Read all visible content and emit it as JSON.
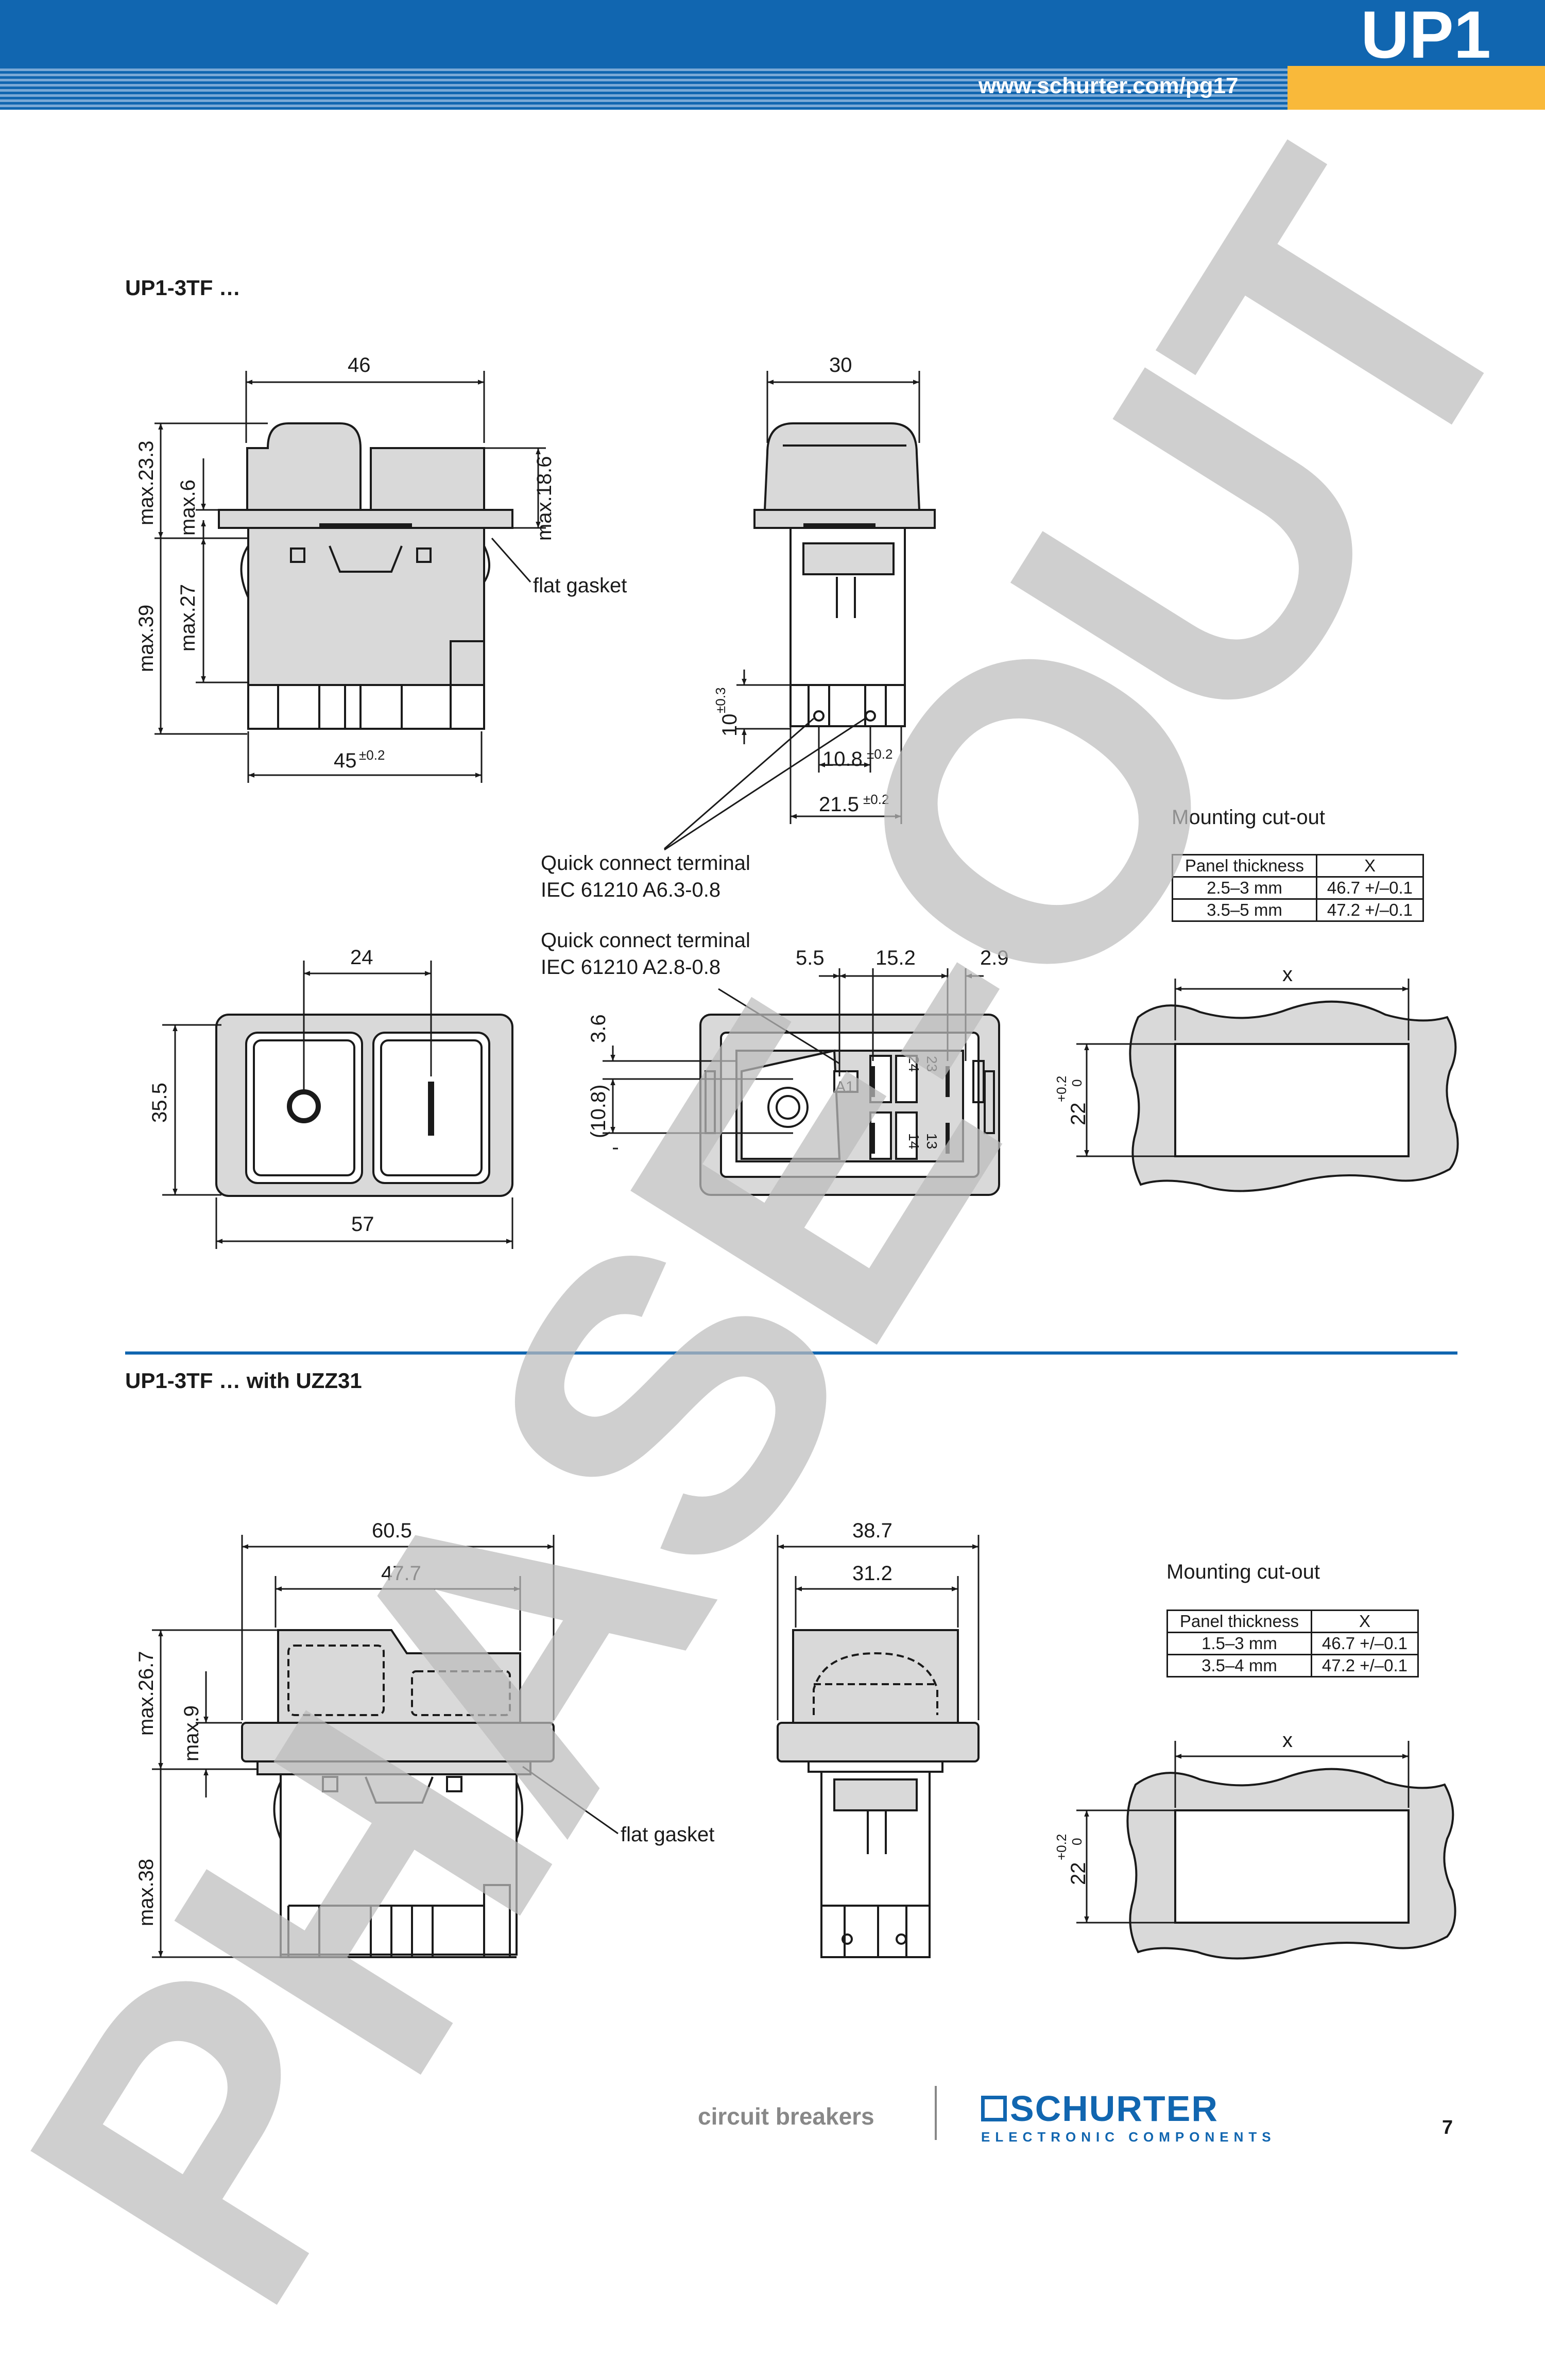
{
  "header": {
    "title": "UP1",
    "url": "www.schurter.com/pg17"
  },
  "section1": {
    "title": "UP1-3TF …",
    "front": {
      "w46": "46",
      "max233": "max.23.3",
      "max6": "max.6",
      "max186": "max.18.6",
      "gasket": "flat gasket",
      "max39": "max.39",
      "max27": "max.27",
      "w45": "45",
      "w45tol": "±0.2"
    },
    "side": {
      "w30": "30",
      "h10": "10",
      "h10tol": "±0.3",
      "w108": "10.8",
      "w108tol": "±0.2",
      "w215": "21.5",
      "w215tol": "±0.2"
    },
    "notes": {
      "qc1_line1": "Quick connect terminal",
      "qc1_line2": "IEC 61210 A6.3-0.8",
      "qc2_line1": "Quick connect terminal",
      "qc2_line2": "IEC 61210 A2.8-0.8"
    },
    "top": {
      "w24": "24",
      "h355": "35.5",
      "w57": "57"
    },
    "bottom": {
      "w55": "5.5",
      "w152": "15.2",
      "w29": "2.9",
      "h36": "3.6",
      "h108": "(10.8)",
      "a1": "A1",
      "t24": "24",
      "t23": "23",
      "t14": "14",
      "t13": "13"
    },
    "cutout": {
      "title": "Mounting cut-out",
      "col1": "Panel thickness",
      "col2": "X",
      "rows": [
        [
          "2.5–3 mm",
          "46.7 +/–0.1"
        ],
        [
          "3.5–5 mm",
          "47.2 +/–0.1"
        ]
      ],
      "x": "x",
      "h22": "22",
      "tolp": "+0.2",
      "tol0": "0"
    }
  },
  "section2": {
    "title": "UP1-3TF … with UZZ31",
    "front": {
      "w605": "60.5",
      "w477": "47.7",
      "max267": "max.26.7",
      "max9": "max.9",
      "max38": "max.38",
      "gasket": "flat gasket"
    },
    "side": {
      "w387": "38.7",
      "w312": "31.2"
    },
    "cutout": {
      "title": "Mounting cut-out",
      "col1": "Panel thickness",
      "col2": "X",
      "rows": [
        [
          "1.5–3 mm",
          "46.7 +/–0.1"
        ],
        [
          "3.5–4 mm",
          "47.2 +/–0.1"
        ]
      ],
      "x": "x",
      "h22": "22",
      "tolp": "+0.2",
      "tol0": "0"
    }
  },
  "footer": {
    "category": "circuit breakers",
    "brand": "SCHURTER",
    "brand_sub": "ELECTRONIC COMPONENTS",
    "page": "7"
  },
  "watermark": "PHASE-OUT",
  "colors": {
    "accent": "#1166b0",
    "yellow": "#f9b93a",
    "panel_grey": "#d9d9d9"
  }
}
